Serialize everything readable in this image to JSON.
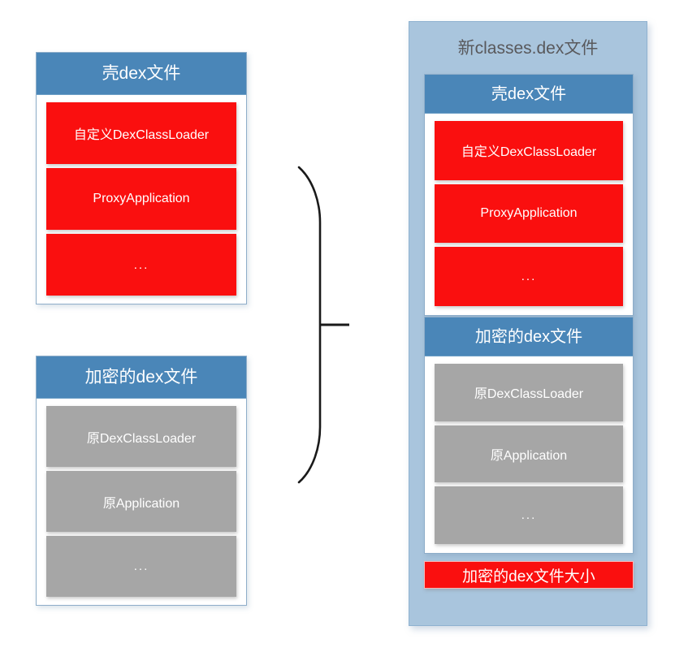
{
  "diagram": {
    "title_semantic": "android-dex-shell-packing-diagram",
    "colors": {
      "header_blue": "#4a86b8",
      "container_blue": "#a9c5dd",
      "block_red": "#fa0f0f",
      "block_gray": "#a6a6a6",
      "card_border": "#8eadc9",
      "title_gray": "#59595c"
    }
  },
  "left": {
    "shell_dex_card": {
      "header": "壳dex文件",
      "blocks": [
        {
          "label": "自定义DexClassLoader",
          "color": "red"
        },
        {
          "label": "ProxyApplication",
          "color": "red"
        },
        {
          "label": "...",
          "color": "red"
        }
      ]
    },
    "encrypted_dex_card": {
      "header": "加密的dex文件",
      "blocks": [
        {
          "label": "原DexClassLoader",
          "color": "gray"
        },
        {
          "label": "原Application",
          "color": "gray"
        },
        {
          "label": "...",
          "color": "gray"
        }
      ]
    }
  },
  "connector": {
    "type": "right-pointing-curly-brace",
    "name": "merge-brace"
  },
  "right": {
    "container_title": "新classes.dex文件",
    "shell_dex_card": {
      "header": "壳dex文件",
      "blocks": [
        {
          "label": "自定义DexClassLoader",
          "color": "red"
        },
        {
          "label": "ProxyApplication",
          "color": "red"
        },
        {
          "label": "...",
          "color": "red"
        }
      ]
    },
    "encrypted_dex_card": {
      "header": "加密的dex文件",
      "blocks": [
        {
          "label": "原DexClassLoader",
          "color": "gray"
        },
        {
          "label": "原Application",
          "color": "gray"
        },
        {
          "label": "...",
          "color": "gray"
        }
      ]
    },
    "size_bar": "加密的dex文件大小"
  }
}
